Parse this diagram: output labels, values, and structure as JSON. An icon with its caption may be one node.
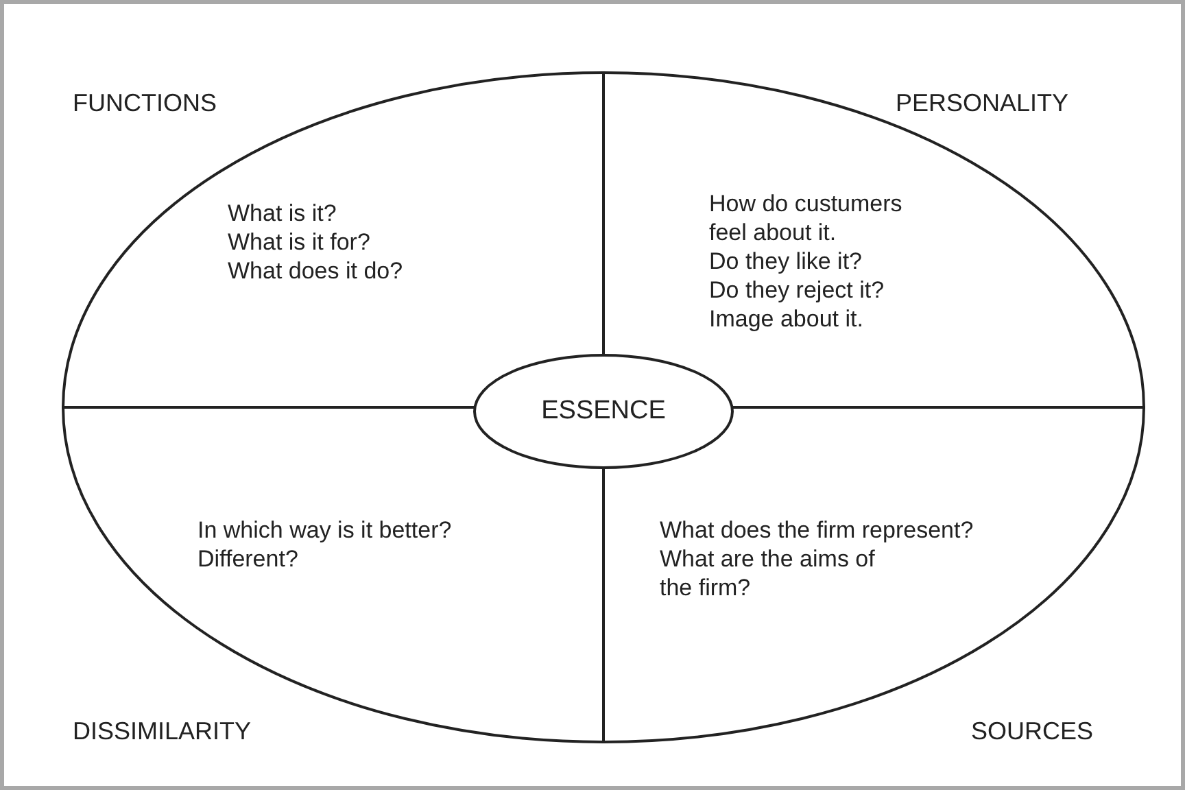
{
  "diagram": {
    "nodes": [
      {
        "text": [],
        "shape": "ellipse"
      },
      {
        "text": [
          "ESSENCE"
        ],
        "in": 0
      }
    ],
    "labels": [
      "FUNCTIONS",
      "PERSONALITY",
      "What is it?",
      "What is it for?",
      "What does it do?",
      "How do custumers feel about it.",
      "Do they like it?",
      "Do they reject it?",
      "Image about it.",
      "In which way is it better?",
      "Different?",
      "What does the firm represent?",
      "What are the aims of the firm?",
      "DISSIMILARITY",
      "SOURCES"
    ]
  }
}
